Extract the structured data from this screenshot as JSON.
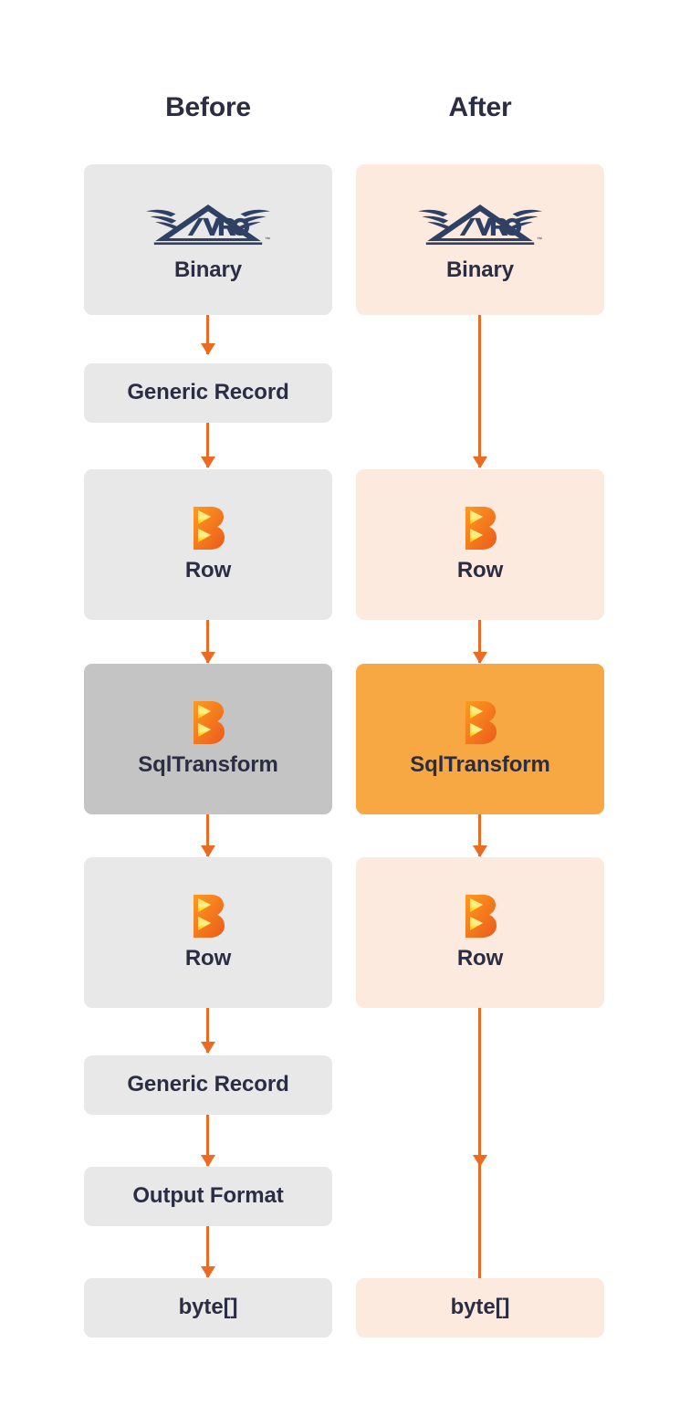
{
  "diagram": {
    "title_before": "Before",
    "title_after": "After",
    "accent_color": "#ec6b23",
    "text_color": "#2b2d42",
    "fills": {
      "grey": "#e8e8e8",
      "grey_strong": "#c4c4c4",
      "peach": "#fdeade",
      "orange": "#f7a842"
    }
  },
  "before": {
    "heading": "Before",
    "nodes": [
      {
        "label": "Binary",
        "icon": "avro-logo",
        "fill": "grey"
      },
      {
        "label": "Generic Record",
        "icon": "none",
        "fill": "grey"
      },
      {
        "label": "Row",
        "icon": "beam-logo",
        "fill": "grey"
      },
      {
        "label": "SqlTransform",
        "icon": "beam-logo",
        "fill": "grey_strong"
      },
      {
        "label": "Row",
        "icon": "beam-logo",
        "fill": "grey"
      },
      {
        "label": "Generic Record",
        "icon": "none",
        "fill": "grey"
      },
      {
        "label": "Output Format",
        "icon": "none",
        "fill": "grey"
      },
      {
        "label": "byte[]",
        "icon": "none",
        "fill": "grey"
      }
    ]
  },
  "after": {
    "heading": "After",
    "nodes": [
      {
        "label": "Binary",
        "icon": "avro-logo",
        "fill": "peach"
      },
      {
        "label": "Row",
        "icon": "beam-logo",
        "fill": "peach"
      },
      {
        "label": "SqlTransform",
        "icon": "beam-logo",
        "fill": "orange"
      },
      {
        "label": "Row",
        "icon": "beam-logo",
        "fill": "peach"
      },
      {
        "label": "byte[]",
        "icon": "none",
        "fill": "peach"
      }
    ]
  }
}
